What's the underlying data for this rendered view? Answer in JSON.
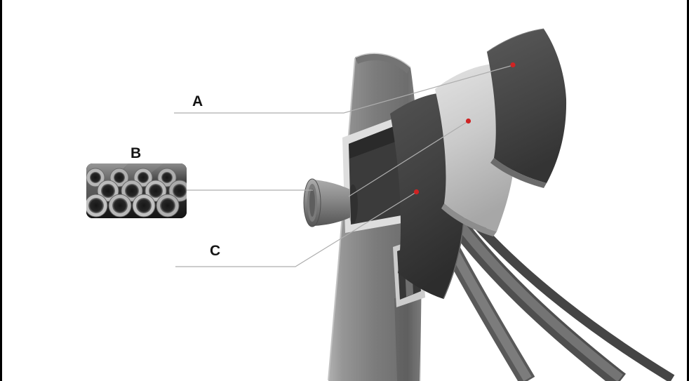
{
  "diagram": {
    "marker_color": "#cf2323",
    "leader_line_color": "#aeaeae",
    "callouts": [
      {
        "label": "A"
      },
      {
        "label": "B"
      },
      {
        "label": "C"
      }
    ],
    "photo": {
      "name": "steel-tubes-photo"
    }
  }
}
